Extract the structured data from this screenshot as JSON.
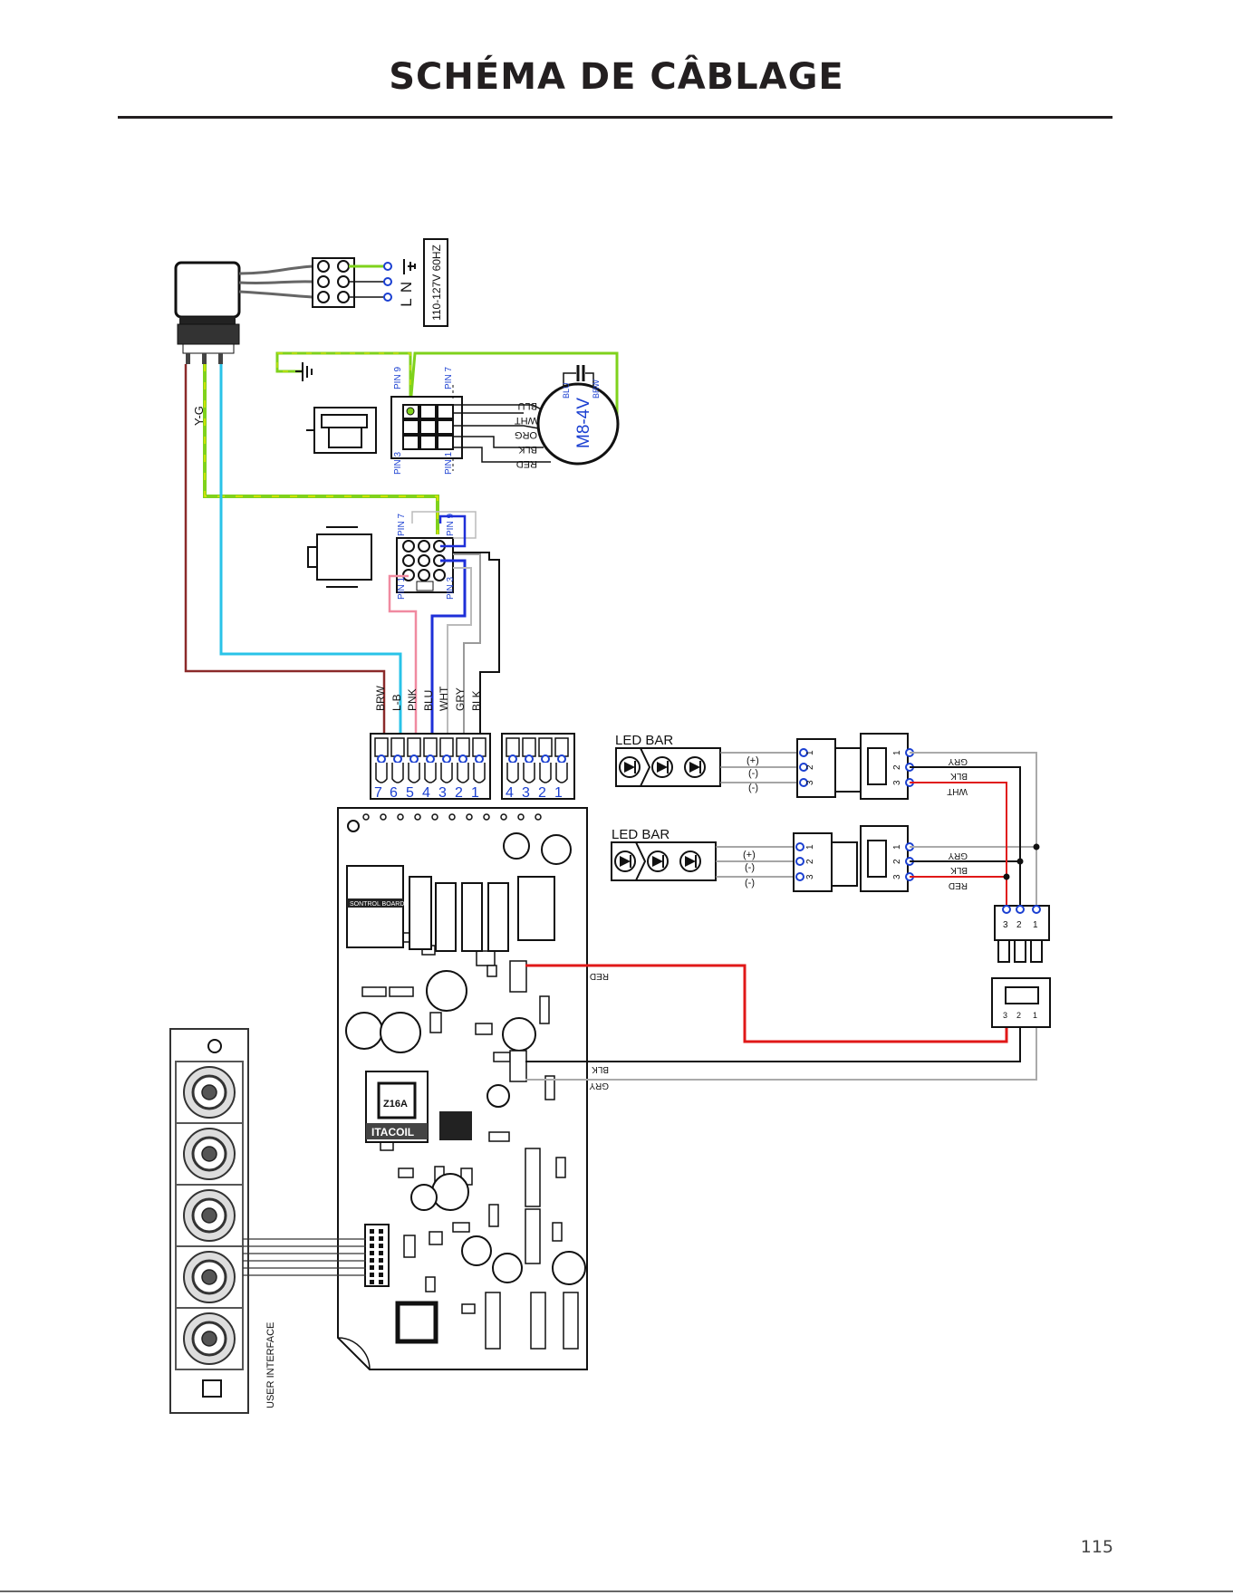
{
  "title": "SCHÉMA DE CÂBLAGE",
  "page_number": "115",
  "power": {
    "l": "L",
    "n": "N",
    "voltage": "110-127V 60HZ"
  },
  "motor": {
    "model": "M8-4V",
    "wires": [
      "BLU",
      "WHT",
      "ORG",
      "BLK",
      "RED"
    ],
    "cap_wires": [
      "BLU",
      "BRW"
    ]
  },
  "pins": {
    "p9": "PIN 9",
    "p7": "PIN 7",
    "p3": "PIN 3",
    "p1": "PIN 1"
  },
  "ground_wire": "Y-G",
  "terminal_wires": [
    "BRW",
    "L-B",
    "PNK",
    "BLU",
    "WHT",
    "GRY",
    "BLK"
  ],
  "terminal_a_numbers": [
    "7",
    "6",
    "5",
    "4",
    "3",
    "2",
    "1"
  ],
  "terminal_b_numbers": [
    "4",
    "3",
    "2",
    "1"
  ],
  "led_bars": [
    {
      "label": "LED BAR",
      "polarity": [
        "(+)",
        "(-)",
        "(-)"
      ],
      "connector_pins": [
        "1",
        "2",
        "3"
      ],
      "wires": [
        "GRY",
        "BLK",
        "WHT"
      ]
    },
    {
      "label": "LED BAR",
      "polarity": [
        "(+)",
        "(-)",
        "(-)"
      ],
      "connector_pins": [
        "1",
        "2",
        "3"
      ],
      "wires": [
        "GRY",
        "BLK",
        "RED"
      ]
    }
  ],
  "junction_pins": [
    "3",
    "2",
    "1"
  ],
  "board": {
    "red_wire": "RED",
    "blk_wire": "BLK",
    "gry_wire": "GRY",
    "coil_label": "Z16A",
    "coil_brand": "ITACOIL",
    "relay_label": "SONTROL BOARD"
  },
  "user_interface": "USER INTERFACE",
  "colors": {
    "ground": "#7fd21c",
    "ground_alt": "#e6e600",
    "brown": "#8b2a2a",
    "light_blue": "#29c3e8",
    "pink": "#f08aa0",
    "blue": "#1e2fd8",
    "white_wire": "#bdbdbd",
    "grey": "#9a9a9a",
    "black": "#111111",
    "red": "#e01818"
  }
}
